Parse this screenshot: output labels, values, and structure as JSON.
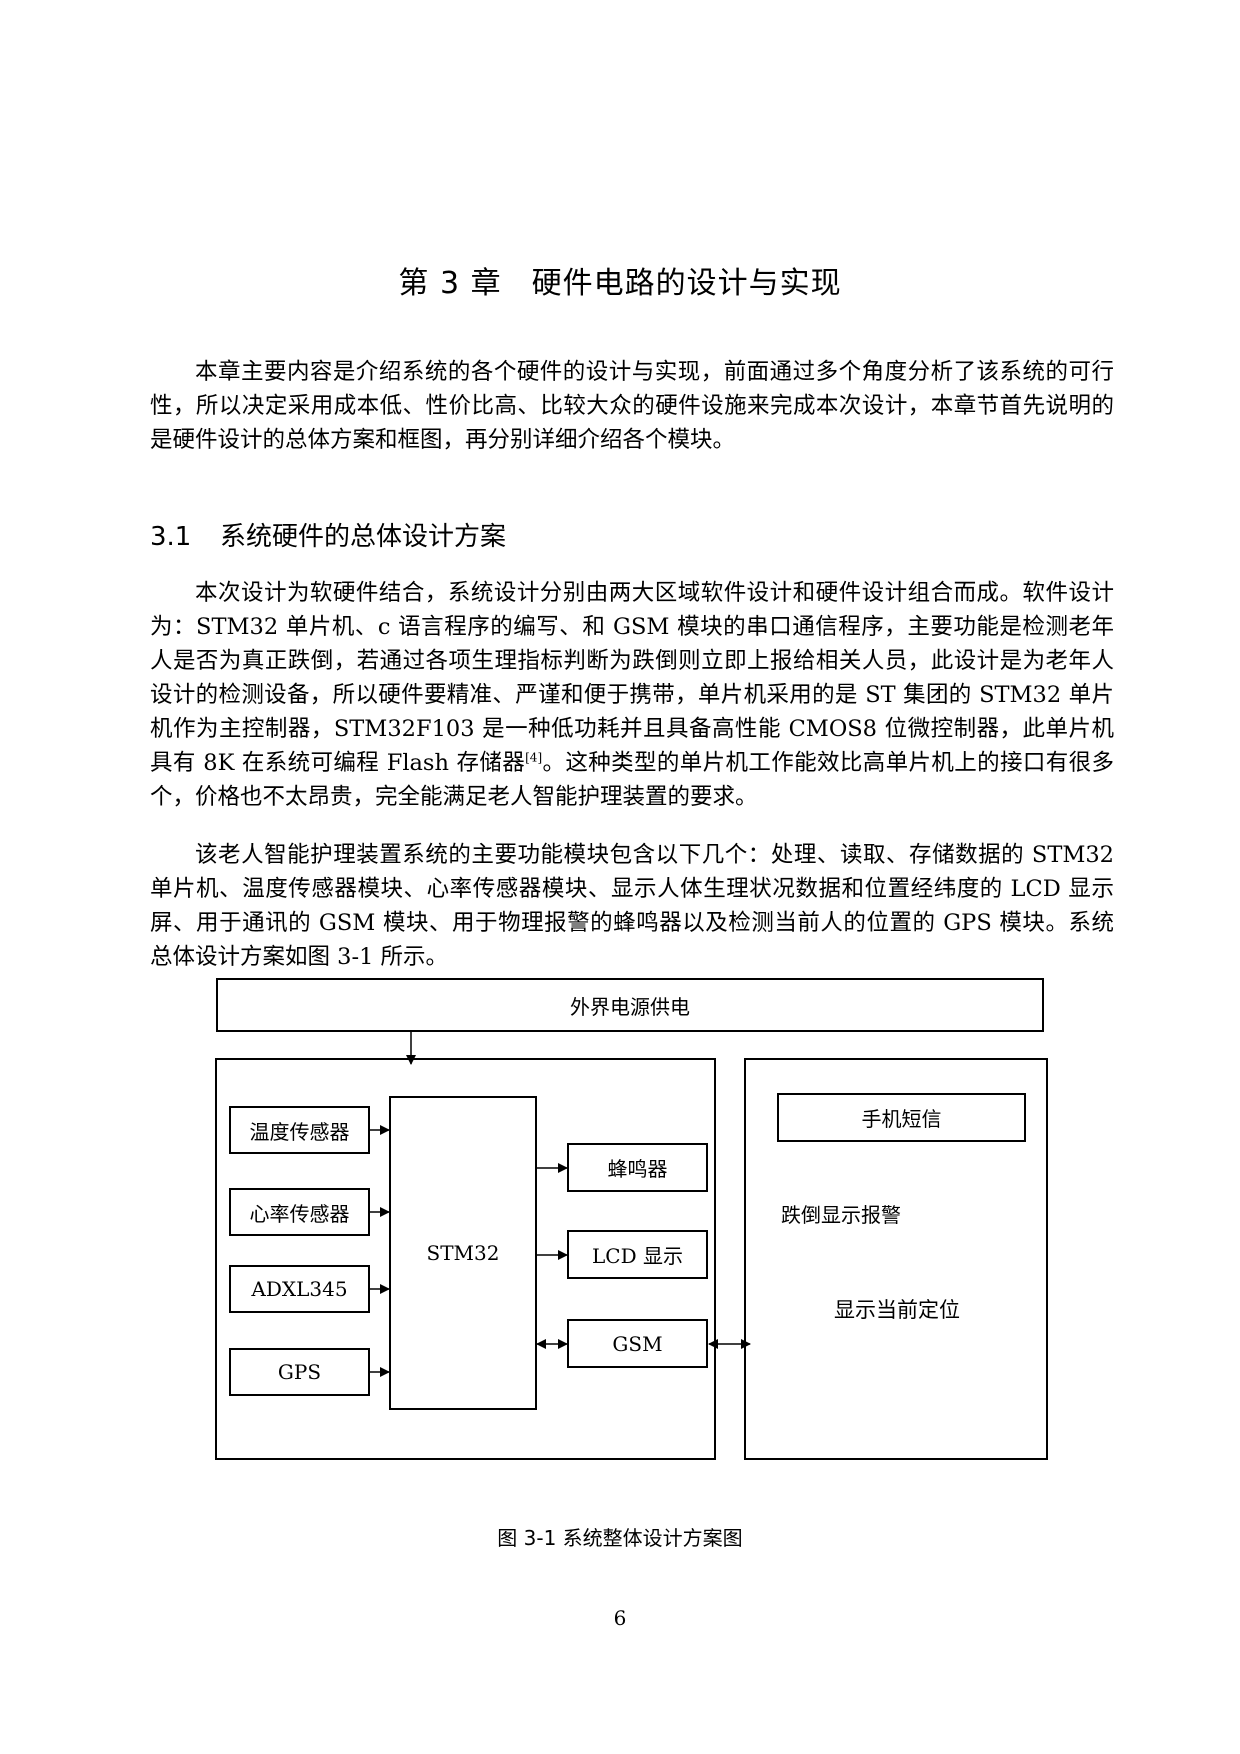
{
  "chapter": {
    "number_text": "第 3 章",
    "title_text": "硬件电路的设计与实现"
  },
  "paragraphs": {
    "p1": "本章主要内容是介绍系统的各个硬件的设计与实现，前面通过多个角度分析了该系统的可行性，所以决定采用成本低、性价比高、比较大众的硬件设施来完成本次设计，本章节首先说明的是硬件设计的总体方案和框图，再分别详细介绍各个模块。",
    "p2_before_ref": "本次设计为软硬件结合，系统设计分别由两大区域软件设计和硬件设计组合而成。软件设计为：STM32 单片机、c 语言程序的编写、和 GSM 模块的串口通信程序，主要功能是检测老年人是否为真正跌倒，若通过各项生理指标判断为跌倒则立即上报给相关人员，此设计是为老年人设计的检测设备，所以硬件要精准、严谨和便于携带，单片机采用的是 ST 集团的 STM32 单片机作为主控制器，STM32F103 是一种低功耗并且具备高性能 CMOS8 位微控制器，此单片机具有 8K 在系统可编程 Flash 存储器",
    "p2_ref": "[4]",
    "p2_after_ref": "。这种类型的单片机工作能效比高单片机上的接口有很多个，价格也不太昂贵，完全能满足老人智能护理装置的要求。",
    "p3": "该老人智能护理装置系统的主要功能模块包含以下几个：处理、读取、存储数据的 STM32 单片机、温度传感器模块、心率传感器模块、显示人体生理状况数据和位置经纬度的 LCD 显示屏、用于通讯的 GSM 模块、用于物理报警的蜂鸣器以及检测当前人的位置的 GPS 模块。系统总体设计方案如图 3-1 所示。"
  },
  "section": {
    "number": "3.1",
    "title": "系统硬件的总体设计方案"
  },
  "diagram": {
    "power": "外界电源供电",
    "inputs": [
      "温度传感器",
      "心率传感器",
      "ADXL345",
      "GPS"
    ],
    "mcu": "STM32",
    "outputs": [
      "蜂鸣器",
      "LCD 显示",
      "GSM"
    ],
    "remote": {
      "sms": "手机短信",
      "fall_alarm": "跌倒显示报警",
      "location": "显示当前定位"
    }
  },
  "caption": "图 3-1  系统整体设计方案图",
  "page_number": "6"
}
